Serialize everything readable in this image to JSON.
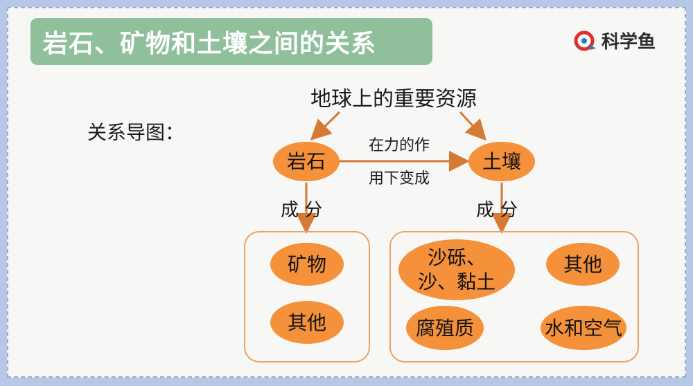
{
  "title": "岩石、矿物和土壤之间的关系",
  "brand": {
    "name": "科学鱼",
    "icon": "fish-logo-icon"
  },
  "map_label": "关系导图：",
  "diagram": {
    "root": "地球上的重要资源",
    "rock": "岩石",
    "soil": "土壤",
    "transform_line1": "在力的作",
    "transform_line2": "用下变成",
    "rock_component_label": "成 分",
    "soil_component_label": "成 分",
    "rock_components": [
      "矿物",
      "其他"
    ],
    "soil_components": [
      "沙砾、\n沙、黏土",
      "其他",
      "腐殖质",
      "水和空气"
    ]
  },
  "colors": {
    "title_bg": "#8fc09b",
    "node": "#f4913a",
    "arrow": "#d57a34",
    "box_border": "#e9a463"
  }
}
